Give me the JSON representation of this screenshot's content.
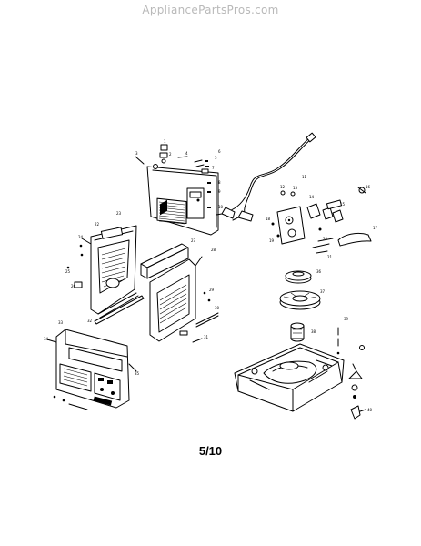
{
  "watermark": "AppliancePartsPros.com",
  "page_number": "5/10",
  "callouts": [
    {
      "id": "c1",
      "text": "1"
    },
    {
      "id": "c2",
      "text": "2"
    },
    {
      "id": "c3",
      "text": "3"
    },
    {
      "id": "c4",
      "text": "4"
    },
    {
      "id": "c5",
      "text": "5"
    },
    {
      "id": "c6",
      "text": "6"
    },
    {
      "id": "c7",
      "text": "7"
    },
    {
      "id": "c8",
      "text": "8"
    },
    {
      "id": "c9",
      "text": "9"
    },
    {
      "id": "c10",
      "text": "10"
    },
    {
      "id": "c11",
      "text": "11"
    },
    {
      "id": "c12",
      "text": "12"
    },
    {
      "id": "c13",
      "text": "13"
    },
    {
      "id": "c14",
      "text": "14"
    },
    {
      "id": "c15",
      "text": "15"
    },
    {
      "id": "c16",
      "text": "16"
    },
    {
      "id": "c17",
      "text": "17"
    },
    {
      "id": "c18",
      "text": "18"
    },
    {
      "id": "c19",
      "text": "19"
    },
    {
      "id": "c20",
      "text": "20"
    },
    {
      "id": "c21",
      "text": "21"
    },
    {
      "id": "c22",
      "text": "22"
    },
    {
      "id": "c23",
      "text": "23"
    },
    {
      "id": "c24",
      "text": "24"
    },
    {
      "id": "c25",
      "text": "25"
    },
    {
      "id": "c26",
      "text": "26"
    },
    {
      "id": "c27",
      "text": "27"
    },
    {
      "id": "c28",
      "text": "28"
    },
    {
      "id": "c29",
      "text": "29"
    },
    {
      "id": "c30",
      "text": "30"
    },
    {
      "id": "c31",
      "text": "31"
    },
    {
      "id": "c32",
      "text": "32"
    },
    {
      "id": "c33",
      "text": "33"
    },
    {
      "id": "c34",
      "text": "34"
    },
    {
      "id": "c35",
      "text": "35"
    },
    {
      "id": "c36",
      "text": "36"
    },
    {
      "id": "c37",
      "text": "37"
    },
    {
      "id": "c38",
      "text": "38"
    },
    {
      "id": "c39",
      "text": "39"
    },
    {
      "id": "c40",
      "text": "40"
    }
  ]
}
